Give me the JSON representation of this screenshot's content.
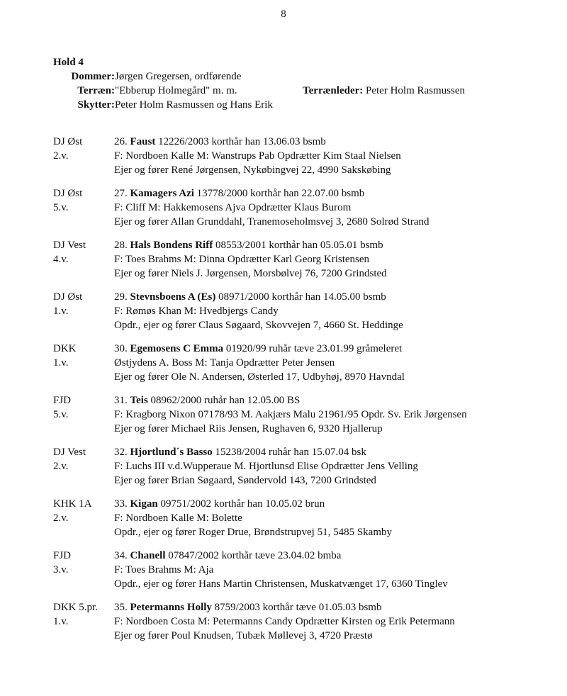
{
  "page_number": "8",
  "header": {
    "hold": "Hold 4",
    "judges_label": "Dommer:",
    "judges": "Jørgen Gregersen, ordførende",
    "terrain_label": "Terræn:",
    "terrain": "\"Ebberup Holmegård\" m. m.",
    "terrain_leader_label": "Terrænleder:",
    "terrain_leader": "Peter Holm Rasmussen",
    "shooters_label": "Skytter:",
    "shooters": "Peter Holm Rasmussen og Hans Erik"
  },
  "entries": [
    {
      "club": "DJ Øst",
      "class": "2.v.",
      "number": "26.",
      "name": "Faust",
      "details": " 12226/2003 korthår han 13.06.03 bsmb",
      "line2": "F: Nordboen Kalle  M: Wanstrups Pab  Opdrætter Kim Staal Nielsen",
      "line3": "Ejer og fører René Jørgensen, Nykøbingvej 22, 4990 Sakskøbing"
    },
    {
      "club": "DJ Øst",
      "class": "5.v.",
      "number": "27.",
      "name": "Kamagers Azi",
      "details": " 13778/2000 korthår han 22.07.00 bsmb",
      "line2": "F: Cliff  M: Hakkemosens Ajva  Opdrætter Klaus Burom",
      "line3": "Ejer og fører Allan Grunddahl, Tranemoseholmsvej 3, 2680 Solrød Strand"
    },
    {
      "club": "DJ Vest",
      "class": "4.v.",
      "number": "28.",
      "name": "Hals Bondens Riff",
      "details": " 08553/2001 korthår han 05.05.01 bsmb",
      "line2": "F: Toes Brahms  M: Dinna  Opdrætter Karl Georg Kristensen",
      "line3": "Ejer og fører Niels J. Jørgensen, Morsbølvej 76, 7200 Grindsted"
    },
    {
      "club": "DJ Øst",
      "class": "1.v.",
      "number": "29.",
      "name": "Stevnsboens A (Es)",
      "details": " 08971/2000 korthår han 14.05.00 bsmb",
      "line2": "F: Rømøs Khan  M: Hvedbjergs Candy",
      "line3": "Opdr., ejer og fører Claus Søgaard, Skovvejen 7, 4660 St. Heddinge"
    },
    {
      "club": "DKK",
      "class": "1.v.",
      "number": "30.",
      "name": "Egemosens C Emma",
      "details": " 01920/99 ruhår tæve 23.01.99 gråmeleret",
      "line2": "Østjydens A. Boss  M: Tanja  Opdrætter Peter Jensen",
      "line3": "Ejer og fører Ole N. Andersen, Østerled 17, Udbyhøj, 8970 Havndal"
    },
    {
      "club": "FJD",
      "class": "5.v.",
      "number": "31.",
      "name": "Teis",
      "details": " 08962/2000 ruhår han 12.05.00 BS",
      "line2": "F: Kragborg Nixon 07178/93  M. Aakjærs Malu 21961/95 Opdr. Sv. Erik Jørgensen",
      "line3": "Ejer og fører Michael Riis Jensen, Rughaven 6, 9320 Hjallerup"
    },
    {
      "club": "DJ Vest",
      "class": "2.v.",
      "number": "32.",
      "name": "Hjortlund´s Basso",
      "details": " 15238/2004 ruhår han 15.07.04 bsk",
      "line2": "F: Luchs III v.d.Wupperaue  M. Hjortlunsd Elise Opdrætter Jens Velling",
      "line3": "Ejer og fører Brian Søgaard, Søndervold 143, 7200 Grindsted"
    },
    {
      "club": "KHK 1A",
      "class": "2.v.",
      "number": "33.",
      "name": "Kigan",
      "details": " 09751/2002 korthår han 10.05.02 brun",
      "line2": "F: Nordboen Kalle  M: Bolette",
      "line3": "Opdr., ejer og fører Roger Drue, Brøndstrupvej 51, 5485 Skamby"
    },
    {
      "club": "FJD",
      "class": "3.v.",
      "number": "34.",
      "name": "Chanell",
      "details": " 07847/2002 korthår tæve 23.04.02 bmba",
      "line2": "F: Toes Brahms  M: Aja",
      "line3": "Opdr., ejer og fører Hans Martin Christensen, Muskatvænget 17, 6360 Tinglev"
    },
    {
      "club": "DKK 5.pr.",
      "class": "1.v.",
      "number": "35.",
      "name": "Petermanns Holly",
      "details": " 8759/2003 korthår tæve 01.05.03 bsmb",
      "line2": "F: Nordboen Costa  M: Petermanns Candy Opdrætter Kirsten og Erik Petermann",
      "line3": "Ejer og fører Poul Knudsen, Tubæk Møllevej 3, 4720 Præstø"
    }
  ]
}
